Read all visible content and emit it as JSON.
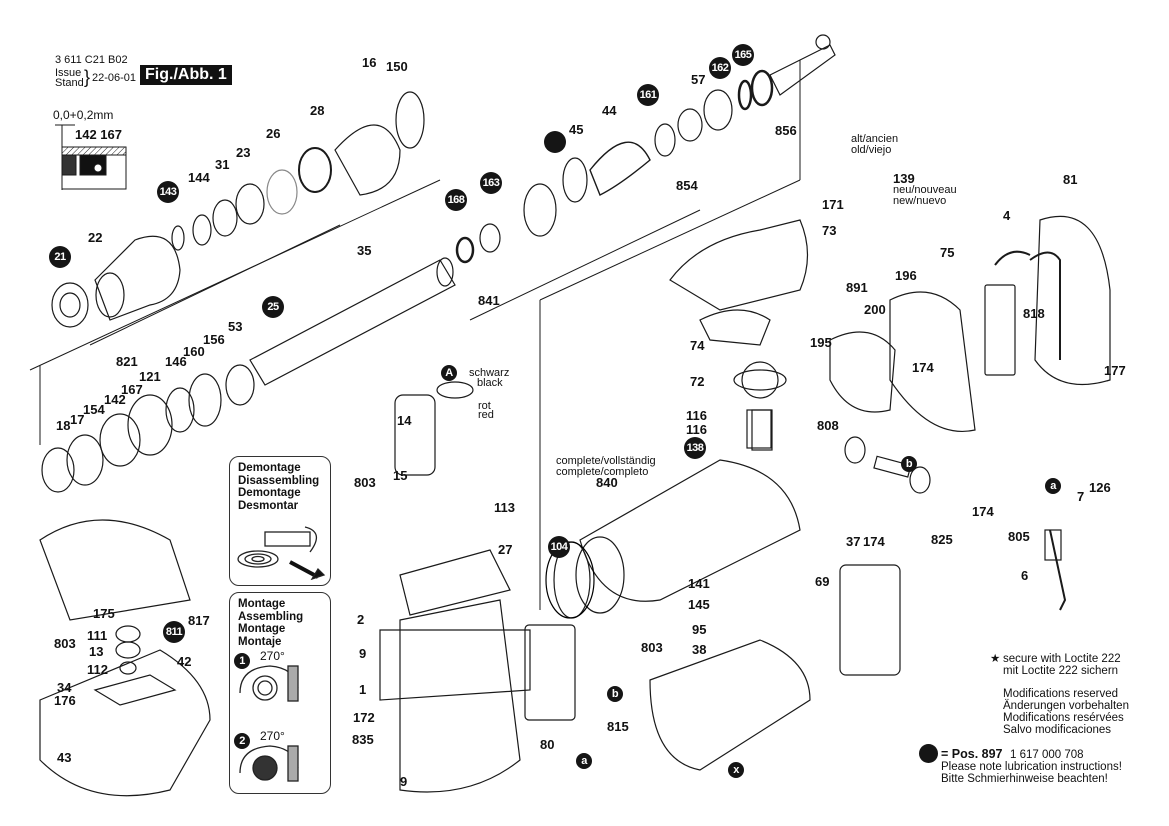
{
  "header": {
    "part_number": "3 611 C21 B02",
    "issue_label": "Issue",
    "stand_label": "Stand",
    "issue_date": "22-06-01",
    "figure_title": "Fig./Abb. 1"
  },
  "detail_inset": {
    "tolerance": "0,0+0,2mm",
    "labels": [
      "142 167"
    ]
  },
  "panels": {
    "disassembling": {
      "lines": [
        "Demontage",
        "Disassembling",
        "Demontage",
        "Desmontar"
      ]
    },
    "assembling": {
      "lines": [
        "Montage",
        "Assembling",
        "Montage",
        "Montaje"
      ],
      "steps": [
        {
          "step": "1",
          "angle": "270°"
        },
        {
          "step": "2",
          "angle": "270°"
        }
      ]
    }
  },
  "wire_colors": {
    "marker": "A",
    "black": [
      "schwarz",
      "black"
    ],
    "red": [
      "rot",
      "red"
    ]
  },
  "annotations": {
    "complete_1": "complete/vollständig",
    "complete_2": "complete/completo",
    "old_1": "alt/ancien",
    "old_2": "old/viejo",
    "new_1": "neu/nouveau",
    "new_2": "new/nuevo"
  },
  "part_labels": [
    "16",
    "150",
    "28",
    "26",
    "23",
    "31",
    "144",
    "22",
    "44",
    "45",
    "57",
    "856",
    "854",
    "171",
    "73",
    "4",
    "81",
    "139",
    "75",
    "196",
    "891",
    "200",
    "35",
    "841",
    "53",
    "156",
    "160",
    "146",
    "821",
    "121",
    "167",
    "142",
    "154",
    "17",
    "18",
    "14",
    "803",
    "15",
    "113",
    "27",
    "74",
    "72",
    "116",
    "116",
    "840",
    "195",
    "174",
    "808",
    "818",
    "177",
    "174",
    "825",
    "126",
    "7",
    "805",
    "6",
    "37",
    "174",
    "69",
    "141",
    "145",
    "95",
    "803",
    "38",
    "2",
    "9",
    "1",
    "172",
    "835",
    "9",
    "80",
    "815",
    "175",
    "111",
    "13",
    "112",
    "803",
    "34",
    "176",
    "43",
    "817",
    "42"
  ],
  "dot_labels": [
    "21",
    "143",
    "25",
    "168",
    "163",
    "161",
    "162",
    "165",
    "138",
    "104",
    "811"
  ],
  "small_markers": [
    "a",
    "b",
    "x"
  ],
  "notes": {
    "loctite_star": "★",
    "loctite_en": "secure with Loctite 222",
    "loctite_de": "mit Loctite 222 sichern",
    "mods": [
      "Modifications reserved",
      "Änderungen vorbehalten",
      "Modifications resérvées",
      "Salvo modificaciones"
    ],
    "lube_pos": "= Pos. 897",
    "lube_part": "1 617 000 708",
    "lube_en": "Please note lubrication instructions!",
    "lube_de": "Bitte Schmierhinweise beachten!"
  }
}
